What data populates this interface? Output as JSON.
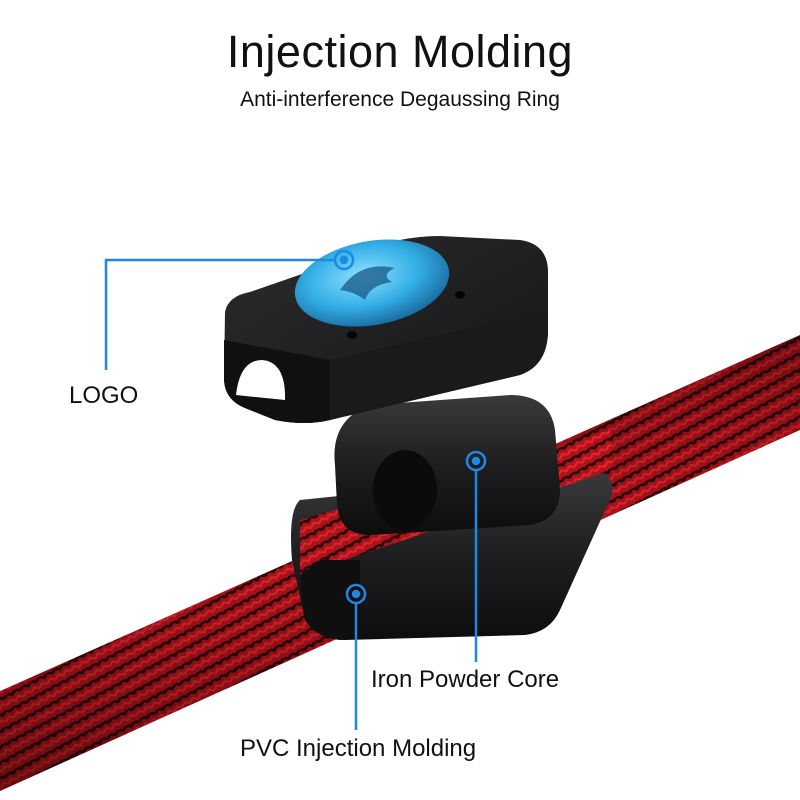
{
  "header": {
    "title": "Injection Molding",
    "subtitle": "Anti-interference Degaussing Ring"
  },
  "callouts": {
    "logo": "LOGO",
    "core": "Iron Powder Core",
    "pvc": "PVC Injection Molding"
  },
  "colors": {
    "callout_line": "#1e88e5",
    "cable_red": "#c8161d",
    "cable_dark": "#2a0a0a",
    "ring_body": "#1c1c1e",
    "logo_badge": "#3fb4ea"
  }
}
